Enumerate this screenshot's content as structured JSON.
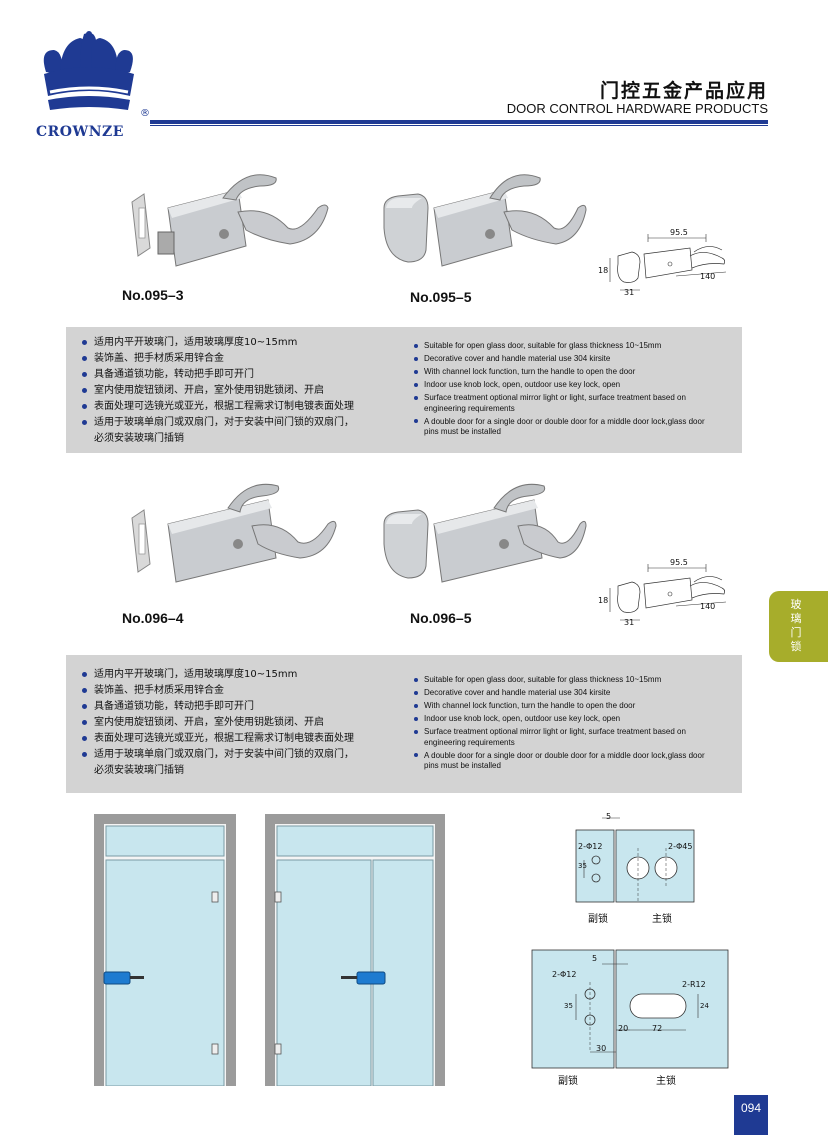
{
  "brand": {
    "name": "CROWNZE",
    "reg_mark": "®"
  },
  "header": {
    "title_cn": "门控五金产品应用",
    "title_en": "DOOR CONTROL HARDWARE PRODUCTS"
  },
  "products": [
    {
      "code": "No.095–3"
    },
    {
      "code": "No.095–5"
    },
    {
      "code": "No.096–4"
    },
    {
      "code": "No.096–5"
    }
  ],
  "dims": {
    "w1": "95.5",
    "w2": "140",
    "h": "18",
    "d": "31"
  },
  "features_cn": [
    "适用内平开玻璃门，适用玻璃厚度10~15mm",
    "装饰盖、把手材质采用锌合金",
    "具备通道锁功能，转动把手即可开门",
    "室内使用旋钮锁闭、开启，室外使用钥匙锁闭、开启",
    "表面处理可选镜光或亚光，根据工程需求订制电镀表面处理",
    "适用于玻璃单扇门或双扇门，对于安装中间门锁的双扇门，",
    "必须安装玻璃门插销"
  ],
  "features_en": [
    "Suitable for open glass door, suitable for glass thickness 10~15mm",
    "Decorative cover and handle material use 304 kirsite",
    "With channel lock function, turn the handle to open the door",
    "Indoor use knob lock, open, outdoor use key lock, open",
    "Surface treatment optional mirror light or light, surface treatment based on engineering requirements",
    "A double door for a single door or double door for a middle door lock,glass door pins must be installed"
  ],
  "side_tab": "玻璃门锁",
  "diagram_top": {
    "dim_5": "5",
    "dim_hole": "2-Φ12",
    "dim_hole_big": "2-Φ45",
    "dim_35": "35",
    "label_secondary": "副锁",
    "label_main": "主锁"
  },
  "diagram_bottom": {
    "dim_5": "5",
    "dim_hole": "2-Φ12",
    "dim_r": "2-R12",
    "dim_35": "35",
    "dim_24": "24",
    "dim_20": "20",
    "dim_72": "72",
    "dim_30": "30",
    "label_secondary": "副锁",
    "label_main": "主锁"
  },
  "page_number": "094",
  "colors": {
    "brand_blue": "#1f3a93",
    "tab_green": "#a7ad2b",
    "panel_gray": "#d3d3d3",
    "glass": "#c8e6ee"
  }
}
